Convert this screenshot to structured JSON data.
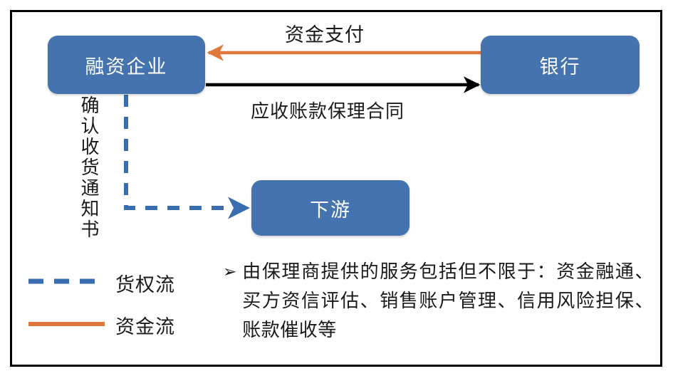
{
  "diagram": {
    "title_present": false,
    "colors": {
      "node_fill": "#4473AF",
      "node_text": "#FFFFFF",
      "funds_flow": "#E0783C",
      "goods_flow": "#3A6DB0",
      "contract_flow": "#000000",
      "frame_border": "#000000",
      "background": "#FFFFFF",
      "body_text": "#1A1A1A"
    },
    "nodes": [
      {
        "id": "financing",
        "label": "融资企业"
      },
      {
        "id": "bank",
        "label": "银行"
      },
      {
        "id": "downstream",
        "label": "下游"
      }
    ],
    "edges": [
      {
        "id": "funds-payment",
        "label": "资金支付",
        "from": "bank",
        "to": "financing",
        "style": "solid",
        "color": "#E0783C",
        "flow_type": "资金流"
      },
      {
        "id": "factoring-contract",
        "label": "应收账款保理合同",
        "from": "financing",
        "to": "bank",
        "style": "solid",
        "color": "#000000",
        "flow_type": "合同"
      },
      {
        "id": "goods-receipt",
        "label": "确认收货通知书",
        "from": "financing",
        "to": "downstream",
        "style": "dashed",
        "color": "#3A6DB0",
        "flow_type": "货权流"
      }
    ],
    "legend": {
      "items": [
        {
          "id": "goods-flow",
          "label": "货权流",
          "style": "dashed",
          "color": "#3A6DB0"
        },
        {
          "id": "funds-flow",
          "label": "资金流",
          "style": "solid",
          "color": "#E0783C"
        }
      ]
    },
    "note": {
      "bullet_marker": "➢",
      "text": "由保理商提供的服务包括但不限于：资金融通、买方资信评估、销售账户管理、信用风险担保、账款催收等"
    }
  }
}
